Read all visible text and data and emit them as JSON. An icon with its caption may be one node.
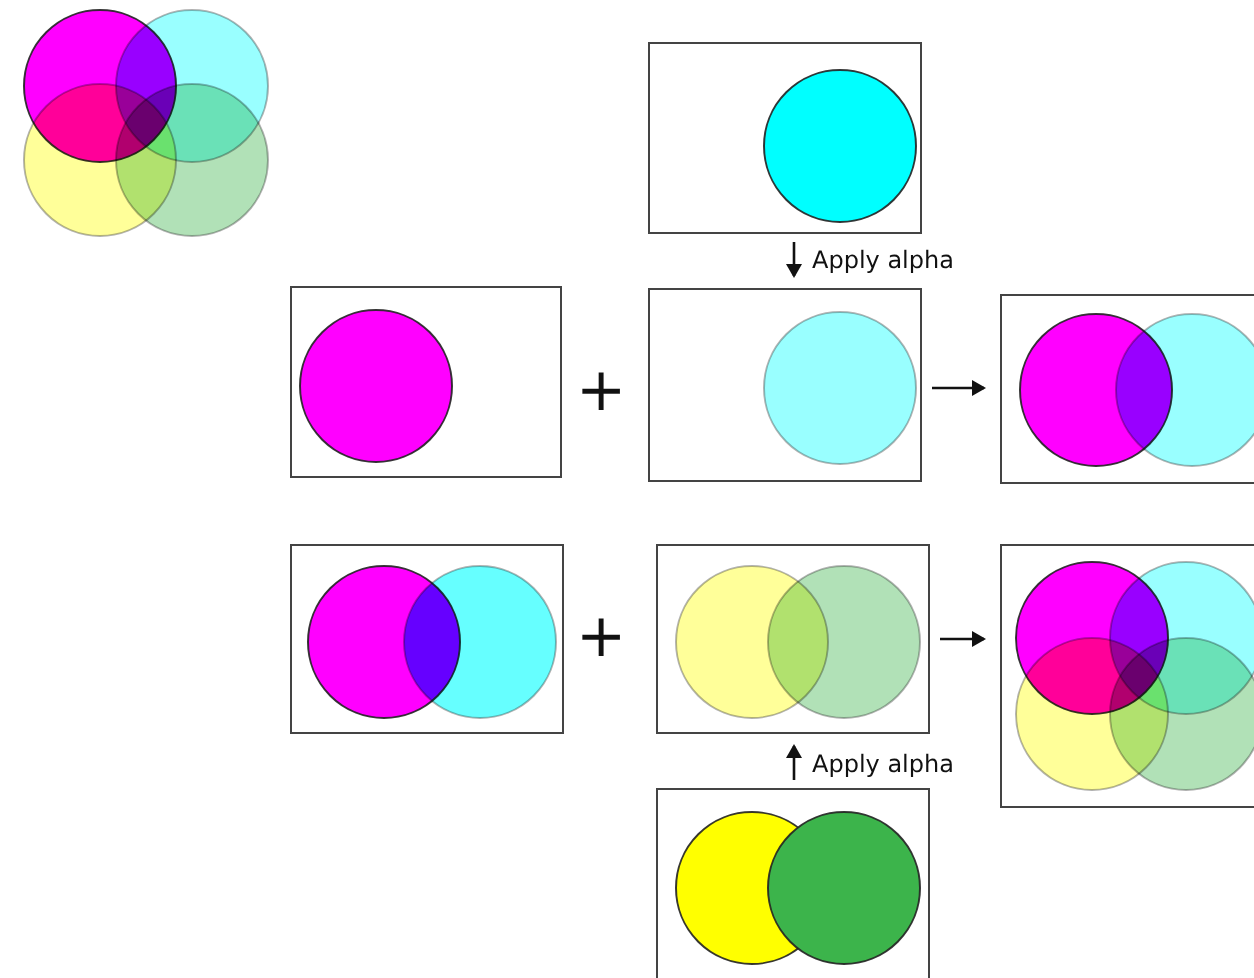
{
  "diagram": {
    "nodes": [
      {
        "text": [],
        "shape": "picture"
      },
      {
        "text": [],
        "shape": "picture"
      },
      {
        "text": [],
        "shape": "picture"
      },
      {
        "text": [],
        "shape": "picture"
      },
      {
        "text": [],
        "shape": "picture"
      },
      {
        "text": [],
        "shape": "picture"
      },
      {
        "text": [],
        "shape": "picture"
      },
      {
        "text": [],
        "shape": "picture"
      }
    ],
    "edges": [
      {
        "from": 0,
        "to": 2,
        "arrow": "to",
        "label": "Apply alpha"
      },
      {
        "from": 2,
        "to": 3,
        "arrow": "to"
      },
      {
        "from": 7,
        "to": 5,
        "arrow": "to",
        "label": "Apply alpha"
      },
      {
        "from": 5,
        "to": 6,
        "arrow": "to"
      }
    ],
    "labels": [
      "+",
      "+"
    ]
  }
}
